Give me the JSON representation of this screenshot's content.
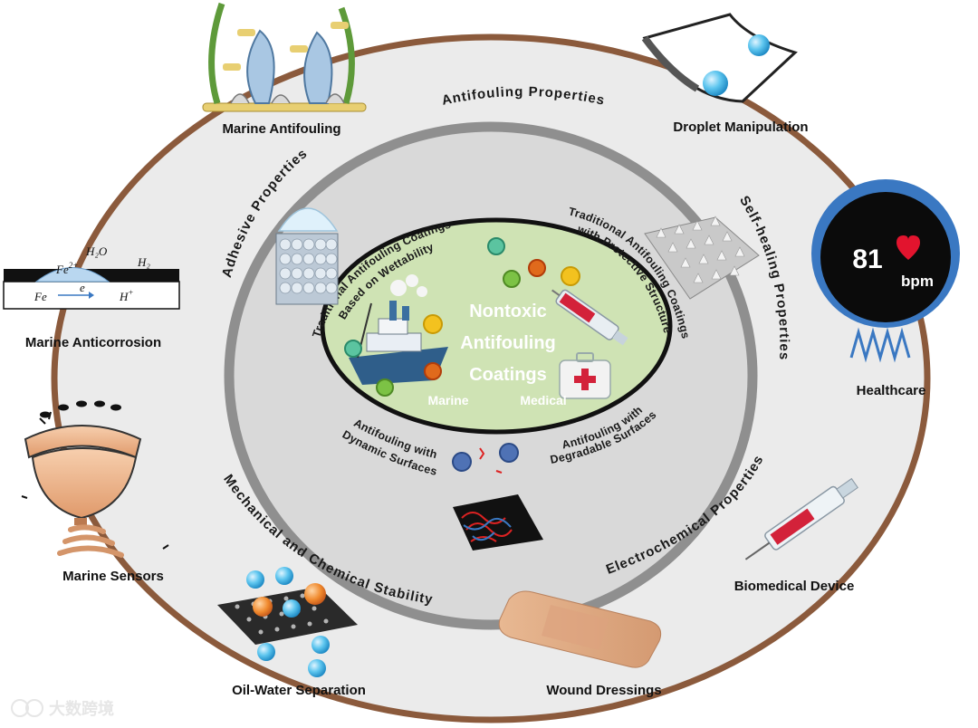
{
  "rings": {
    "outer": [
      "Antifouling Properties",
      "Adhesive Properties",
      "Self-healing Properties",
      "Mechanical and Chemical Stability",
      "Electrochemical Properties"
    ],
    "inner": [
      "Traditional Antifouling Coatings",
      "Based on Wettability",
      "Traditional Antifouling Coatings",
      "with Protective Structure",
      "Antifouling with",
      "Dynamic Surfaces",
      "Antifouling with",
      "Degradable Surfaces"
    ]
  },
  "center": {
    "title_lines": [
      "Nontoxic",
      "Antifouling",
      "Coatings"
    ],
    "marine": "Marine",
    "medical": "Medical"
  },
  "applications": [
    "Marine Antifouling",
    "Droplet Manipulation",
    "Marine Anticorrosion",
    "Healthcare",
    "Marine Sensors",
    "Biomedical Device",
    "Oil-Water Separation",
    "Wound Dressings"
  ],
  "healthcare": {
    "value": "81",
    "unit": "bpm"
  },
  "anticorrosion": {
    "fe2": "Fe",
    "fe2_sup": "2+",
    "h2o": "H₂O",
    "h2": "H₂",
    "fe": "Fe",
    "e": "e",
    "h": "H",
    "h_sup": "+"
  },
  "watermark": "大数跨境",
  "colors": {
    "outer_ring": "#8b5a3c",
    "ring_fill": "#e9e9e9",
    "inner_ring": "#8f8f8f",
    "center_fill": "#cfe3b4",
    "accent_blue": "#3a78c2"
  }
}
